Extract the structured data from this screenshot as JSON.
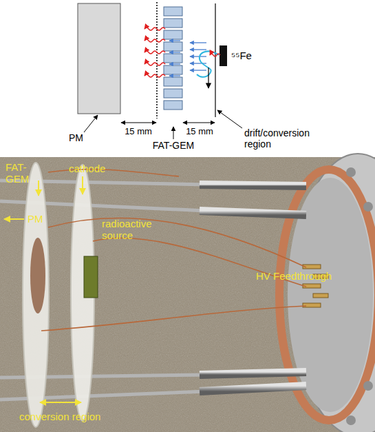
{
  "diagram": {
    "labels": [
      "PM",
      "15 mm",
      "FAT-GEM",
      "15 mm",
      "drift/conversion region",
      "⁵⁵Fe",
      "FAT-GEM",
      "cathode",
      "PM",
      "radioactive source",
      "HV Feedthrough",
      "conversion region"
    ]
  }
}
